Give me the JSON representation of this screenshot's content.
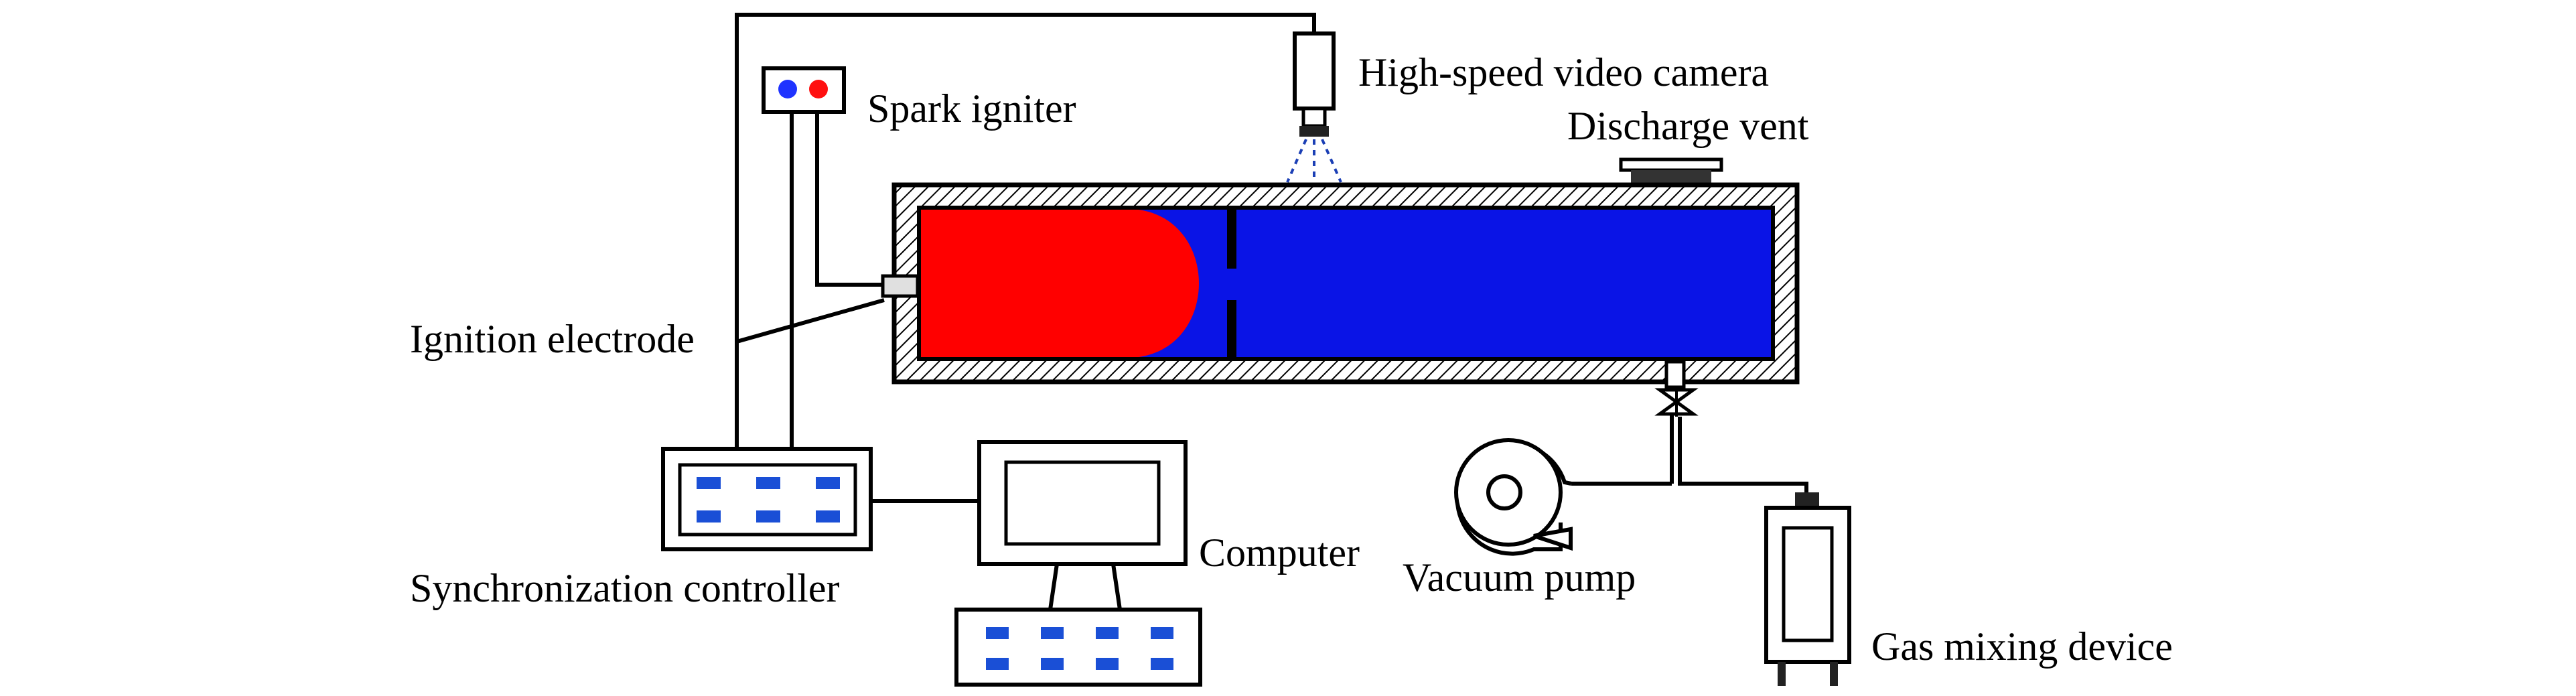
{
  "labels": {
    "camera": "High-speed video camera",
    "vent": "Discharge vent",
    "igniter": "Spark igniter",
    "electrode": "Ignition electrode",
    "controller": "Synchronization controller",
    "computer": "Computer",
    "pump": "Vacuum pump",
    "mixer": "Gas mixing device"
  },
  "colors": {
    "flame": "#ff0000",
    "unburned_gas": "#0a14e6",
    "wire": "#000000",
    "button": "#1a4fd6",
    "igniter_left": "#1f33ff",
    "igniter_right": "#ff1010",
    "camera_view": "#1b3fb5"
  },
  "icons": {
    "camera": "camera-icon",
    "pump": "vacuum-pump-icon",
    "valve": "valve-icon"
  }
}
